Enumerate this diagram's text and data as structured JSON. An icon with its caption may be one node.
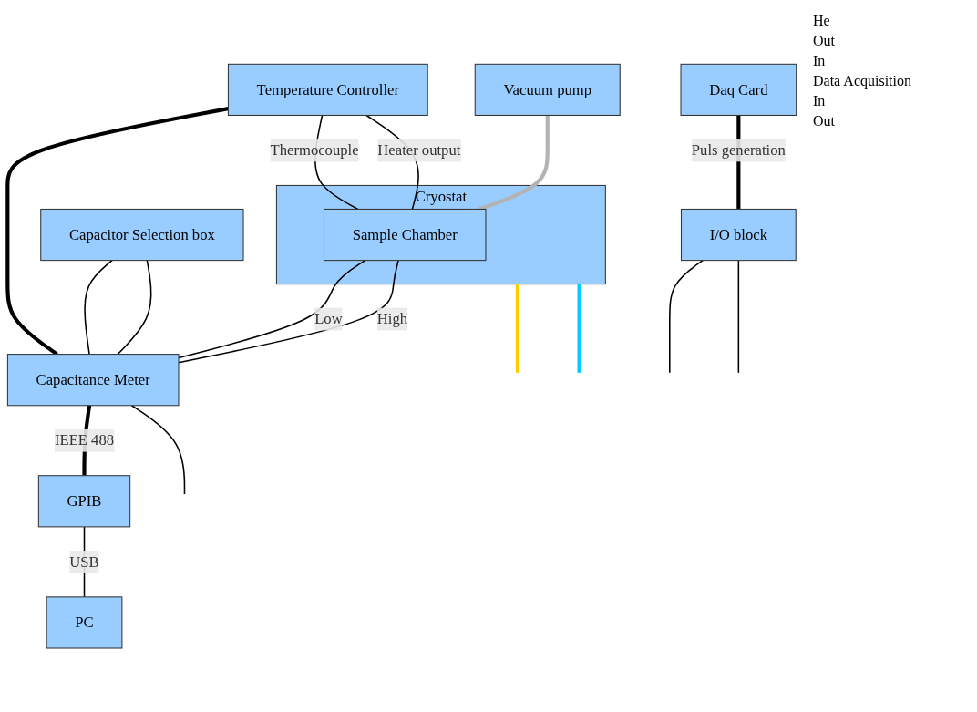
{
  "diagram": {
    "nodes": [
      {
        "text": [
          "Vacuum pump"
        ]
      },
      {
        "text": [
          "Cryostat"
        ]
      },
      {
        "text": [
          "Sample Chamber"
        ],
        "in": 1
      },
      {
        "text": [
          "PC"
        ]
      },
      {
        "text": [
          "Daq Card"
        ]
      },
      {
        "text": [
          "GPIB"
        ]
      },
      {
        "text": [
          "Capacitor Selection box"
        ]
      },
      {
        "text": [
          "Temperature Controller"
        ]
      },
      {
        "text": [
          "Capacitance Meter"
        ]
      },
      {
        "text": [
          "I/O block"
        ]
      }
    ],
    "edges": [
      {
        "from": 1,
        "to": null,
        "arrow": "none",
        "style": "thick",
        "color": "#ffcc00"
      },
      {
        "from": 1,
        "to": null,
        "arrow": "none",
        "style": "thick",
        "color": "#00ccff"
      },
      {
        "from": 0,
        "to": 2,
        "arrow": "none",
        "style": "thick",
        "color": "#b3b3b3"
      },
      {
        "from": 7,
        "to": 2,
        "arrow": "none",
        "label": "Heater output"
      },
      {
        "from": 7,
        "to": 2,
        "arrow": "none",
        "label": "Thermocouple"
      },
      {
        "from": 2,
        "to": 8,
        "arrow": "none",
        "label": "High"
      },
      {
        "from": 2,
        "to": 8,
        "arrow": "none",
        "label": "Low"
      },
      {
        "from": 6,
        "to": 8,
        "arrow": "none"
      },
      {
        "from": 6,
        "to": 8,
        "arrow": "none"
      },
      {
        "from": 7,
        "to": 8,
        "arrow": "none",
        "style": "thick"
      },
      {
        "from": 8,
        "to": 5,
        "arrow": "none",
        "label": "IEEE 488",
        "style": "thick"
      },
      {
        "from": 5,
        "to": 3,
        "arrow": "none",
        "label": "USB"
      },
      {
        "from": 4,
        "to": 9,
        "arrow": "none",
        "label": "Puls generation",
        "style": "thick"
      },
      {
        "from": 9,
        "to": null,
        "arrow": "none"
      },
      {
        "from": 9,
        "to": null,
        "arrow": "none"
      },
      {
        "from": 8,
        "to": null,
        "arrow": "none"
      }
    ],
    "labels": [
      "He",
      "Out",
      "In",
      "Data Acquisition",
      "In",
      "Out"
    ]
  }
}
